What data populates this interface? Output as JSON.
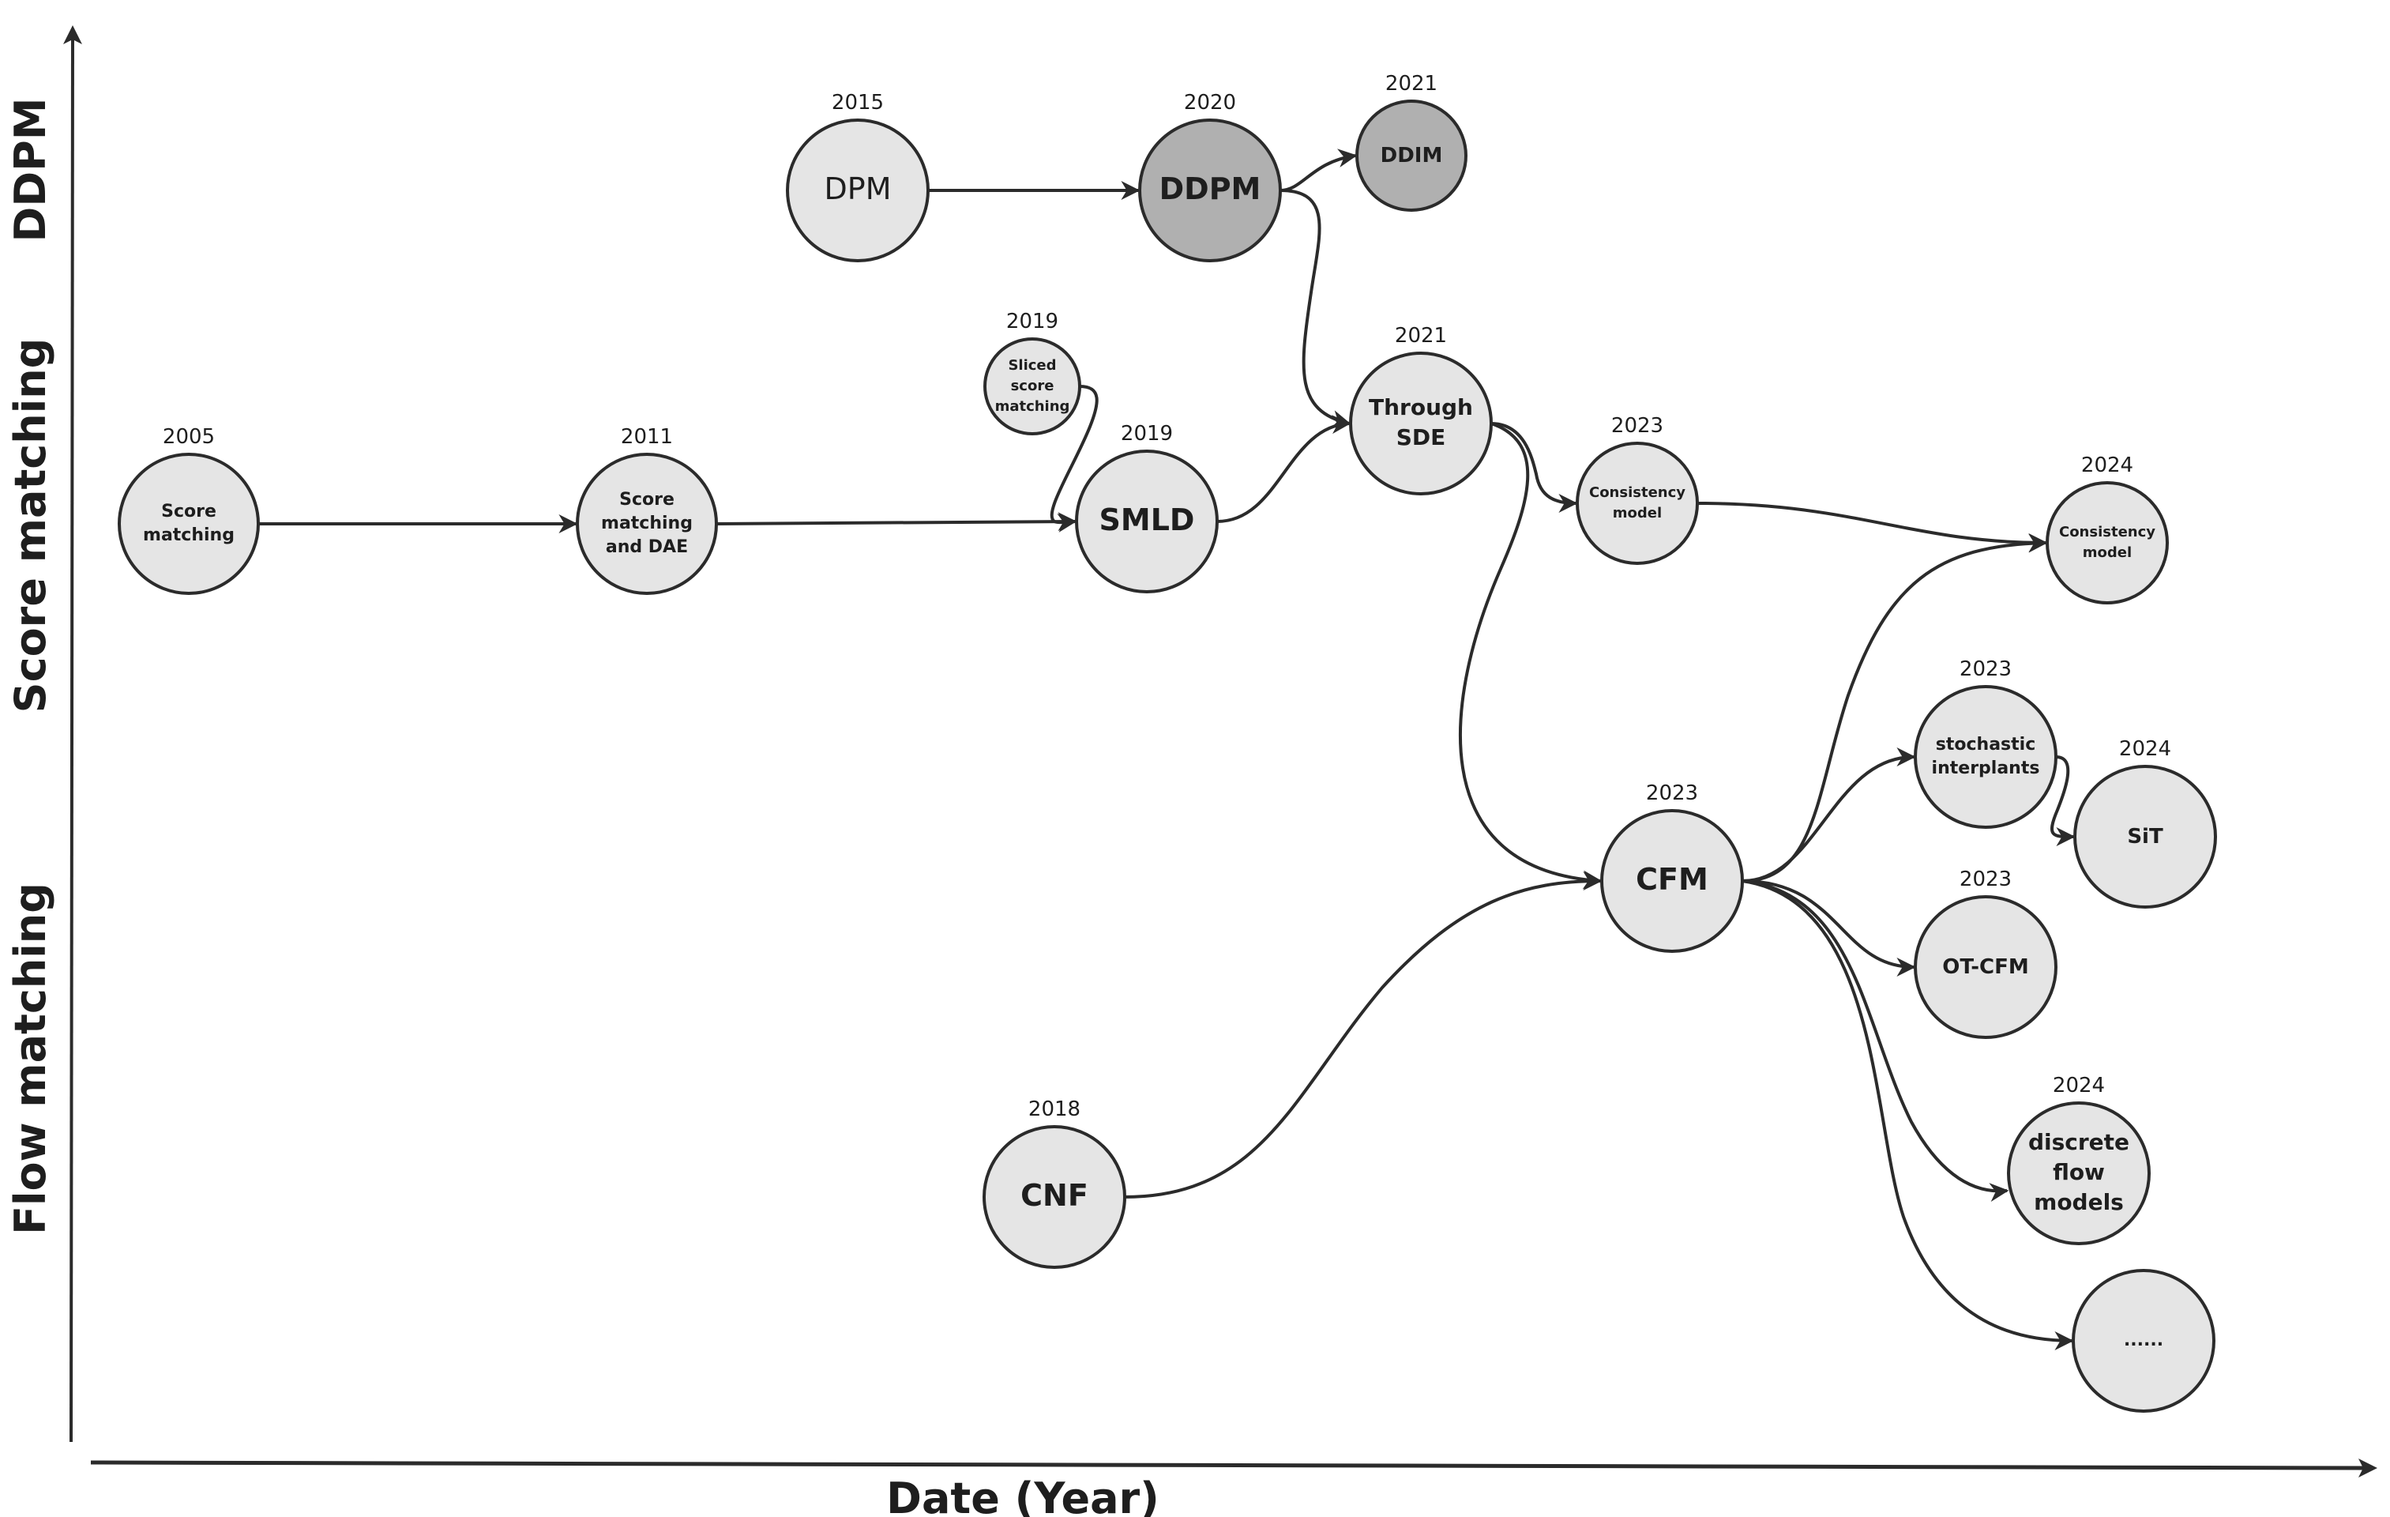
{
  "diagram": {
    "x_axis_title": "Date (Year)",
    "lanes": [
      {
        "id": "ddpm",
        "label": "DDPM"
      },
      {
        "id": "score",
        "label": "Score matching"
      },
      {
        "id": "flow",
        "label": "Flow matching"
      }
    ],
    "colors": {
      "node_fill": "#e5e5e5",
      "node_fill_highlight": "#b0b0b0",
      "stroke": "#2b2b2b",
      "text": "#1e1e1e"
    },
    "nodes": [
      {
        "id": "score-matching",
        "lines": [
          "Score",
          "matching"
        ],
        "year": "2005",
        "lane": "score",
        "highlight": false
      },
      {
        "id": "score-matching-dae",
        "lines": [
          "Score",
          "matching",
          "and DAE"
        ],
        "year": "2011",
        "lane": "score",
        "highlight": false
      },
      {
        "id": "sliced-score-matching",
        "lines": [
          "Sliced",
          "score",
          "matching"
        ],
        "year": "2019",
        "lane": "score",
        "highlight": false
      },
      {
        "id": "smld",
        "lines": [
          "SMLD"
        ],
        "year": "2019",
        "lane": "score",
        "highlight": false
      },
      {
        "id": "dpm",
        "lines": [
          "DPM"
        ],
        "year": "2015",
        "lane": "ddpm",
        "highlight": false
      },
      {
        "id": "ddpm",
        "lines": [
          "DDPM"
        ],
        "year": "2020",
        "lane": "ddpm",
        "highlight": true
      },
      {
        "id": "ddim",
        "lines": [
          "DDIM"
        ],
        "year": "2021",
        "lane": "ddpm",
        "highlight": true
      },
      {
        "id": "through-sde",
        "lines": [
          "Through",
          "SDE"
        ],
        "year": "2021",
        "lane": "score",
        "highlight": false
      },
      {
        "id": "consistency-model-2023",
        "lines": [
          "Consistency",
          "model"
        ],
        "year": "2023",
        "lane": "score",
        "highlight": false
      },
      {
        "id": "consistency-model-2024",
        "lines": [
          "Consistency",
          "model"
        ],
        "year": "2024",
        "lane": "score",
        "highlight": false
      },
      {
        "id": "cfm",
        "lines": [
          "CFM"
        ],
        "year": "2023",
        "lane": "flow",
        "highlight": false
      },
      {
        "id": "stochastic-interplants",
        "lines": [
          "stochastic",
          "interplants"
        ],
        "year": "2023",
        "lane": "flow",
        "highlight": false
      },
      {
        "id": "sit",
        "lines": [
          "SiT"
        ],
        "year": "2024",
        "lane": "flow",
        "highlight": false
      },
      {
        "id": "ot-cfm",
        "lines": [
          "OT-CFM"
        ],
        "year": "2023",
        "lane": "flow",
        "highlight": false
      },
      {
        "id": "discrete-flow-models",
        "lines": [
          "discrete",
          "flow",
          "models"
        ],
        "year": "2024",
        "lane": "flow",
        "highlight": false
      },
      {
        "id": "more",
        "lines": [
          "......"
        ],
        "year": "",
        "lane": "flow",
        "highlight": false
      },
      {
        "id": "cnf",
        "lines": [
          "CNF"
        ],
        "year": "2018",
        "lane": "flow",
        "highlight": false
      }
    ],
    "edges": [
      {
        "from": "score-matching",
        "to": "score-matching-dae"
      },
      {
        "from": "score-matching-dae",
        "to": "smld"
      },
      {
        "from": "sliced-score-matching",
        "to": "smld"
      },
      {
        "from": "dpm",
        "to": "ddpm"
      },
      {
        "from": "ddpm",
        "to": "ddim"
      },
      {
        "from": "ddpm",
        "to": "through-sde"
      },
      {
        "from": "smld",
        "to": "through-sde"
      },
      {
        "from": "through-sde",
        "to": "consistency-model-2023"
      },
      {
        "from": "through-sde",
        "to": "cfm"
      },
      {
        "from": "consistency-model-2023",
        "to": "consistency-model-2024"
      },
      {
        "from": "cnf",
        "to": "cfm"
      },
      {
        "from": "cfm",
        "to": "consistency-model-2024"
      },
      {
        "from": "cfm",
        "to": "stochastic-interplants"
      },
      {
        "from": "stochastic-interplants",
        "to": "sit"
      },
      {
        "from": "cfm",
        "to": "ot-cfm"
      },
      {
        "from": "cfm",
        "to": "discrete-flow-models"
      },
      {
        "from": "cfm",
        "to": "more"
      }
    ]
  }
}
